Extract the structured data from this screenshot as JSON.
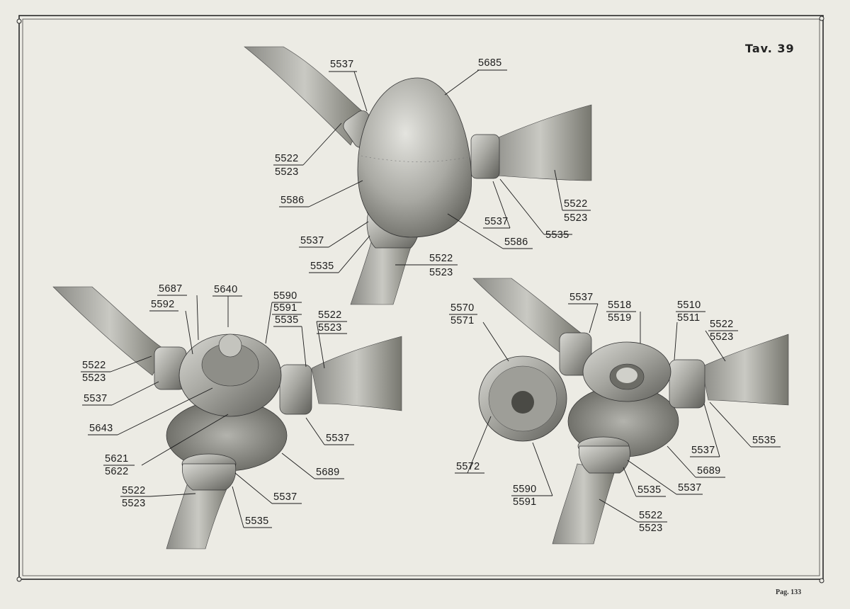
{
  "plate_title": "Tav. 39",
  "page_number": "Pag. 133",
  "callouts": {
    "top": [
      "5537",
      "5685",
      "5522",
      "5523",
      "5586",
      "5537",
      "5535",
      "5522",
      "5523",
      "5537",
      "5586",
      "5535",
      "5522",
      "5523"
    ],
    "left": [
      "5687",
      "5640",
      "5592",
      "5590",
      "5591",
      "5535",
      "5522",
      "5523",
      "5522",
      "5523",
      "5537",
      "5643",
      "5537",
      "5621",
      "5622",
      "5689",
      "5522",
      "5523",
      "5537",
      "5535"
    ],
    "right": [
      "5570",
      "5571",
      "5537",
      "5518",
      "5519",
      "5510",
      "5511",
      "5522",
      "5523",
      "5572",
      "5537",
      "5535",
      "5689",
      "5590",
      "5591",
      "5535",
      "5537",
      "5522",
      "5523"
    ]
  }
}
